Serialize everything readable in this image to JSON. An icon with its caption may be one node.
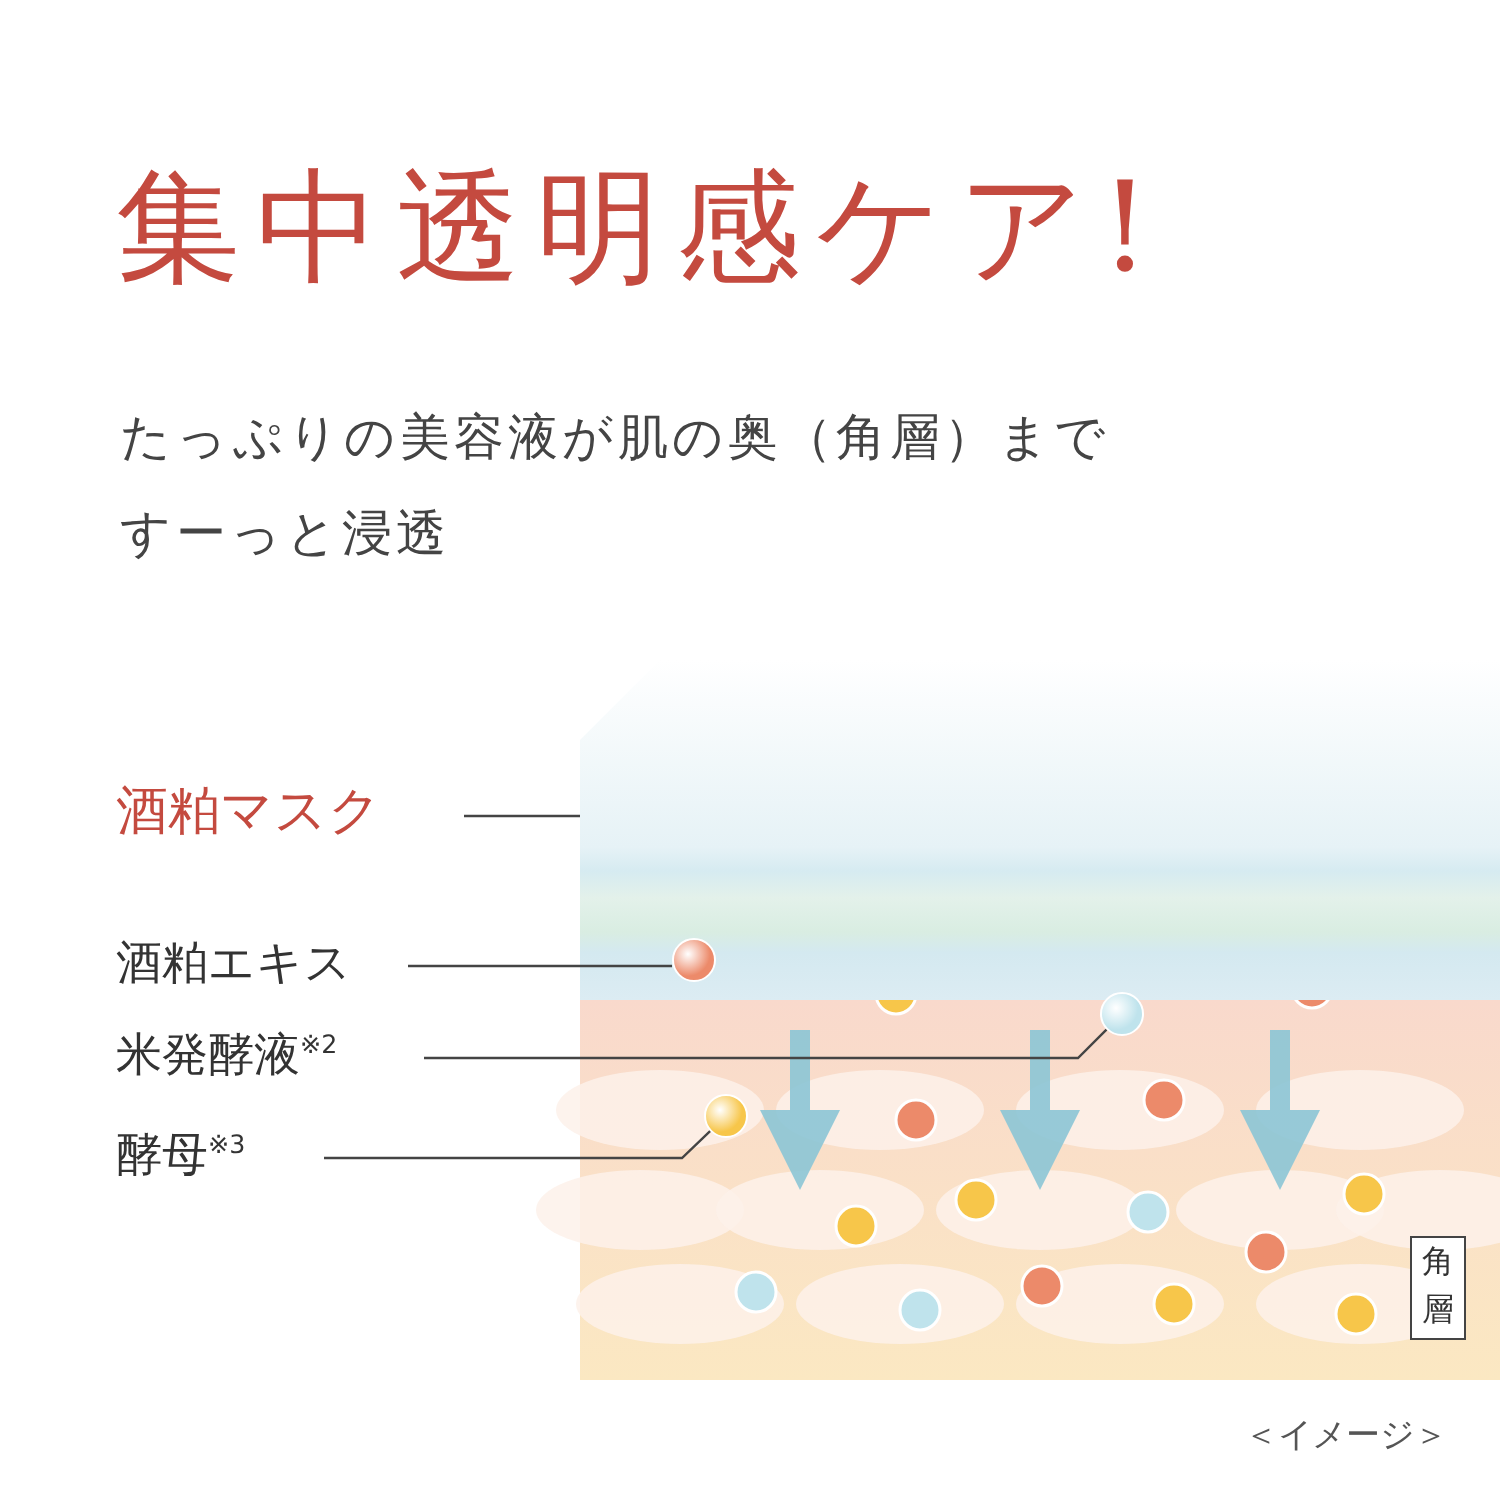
{
  "diagram": {
    "title": "集中透明感ケア!",
    "nodes": [
      {
        "text": [
          "酒粕マスク"
        ]
      },
      {
        "text": [],
        "shape": "band"
      },
      {
        "text": [
          "酒粕エキス"
        ]
      },
      {
        "text": [],
        "shape": "circle",
        "in": 1
      },
      {
        "text": [
          "米発酵液$^{※2}$"
        ]
      },
      {
        "text": [],
        "shape": "circle"
      },
      {
        "text": [
          "酵母$^{※3}$"
        ]
      },
      {
        "text": [],
        "shape": "circle"
      },
      {
        "text": [
          "角層"
        ]
      }
    ],
    "edges": [
      {
        "from": 0,
        "to": 1,
        "arrow": "none"
      },
      {
        "from": 2,
        "to": 3,
        "arrow": "none"
      },
      {
        "from": 4,
        "to": 5,
        "arrow": "none"
      },
      {
        "from": 6,
        "to": 7,
        "arrow": "none"
      }
    ],
    "labels": [
      "たっぷりの美容液が肌の奥（角層）まですーっと浸透",
      "＜イメージ＞"
    ]
  }
}
